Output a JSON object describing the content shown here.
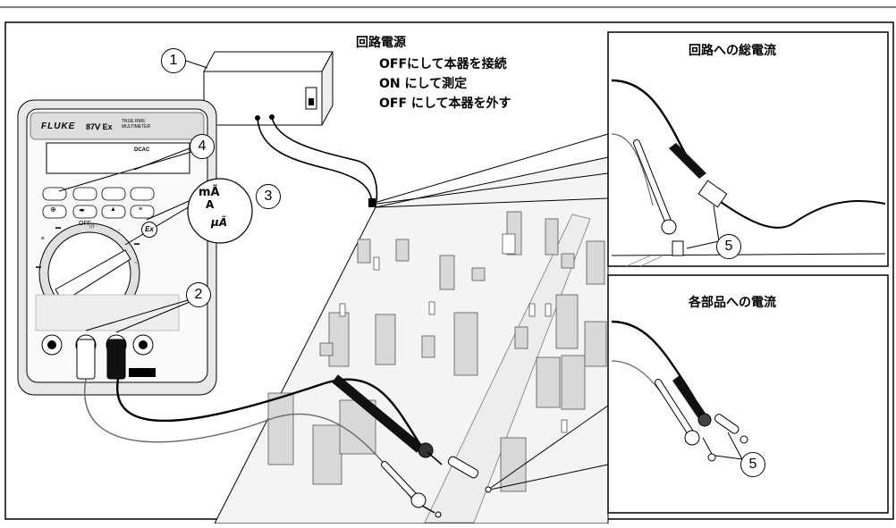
{
  "power_supply": {
    "title": "回路電源",
    "steps": [
      {
        "key": "OFF",
        "text": "にして本器を接続"
      },
      {
        "key": "ON",
        "text": " にして測定"
      },
      {
        "key": "OFF",
        "text": " にして本器を外す"
      }
    ]
  },
  "insets": {
    "total_current_title": "回路への総電流",
    "component_current_title": "各部品への電流"
  },
  "callouts": [
    "1",
    "2",
    "3",
    "4",
    "5"
  ],
  "meter": {
    "brand": "FLUKE",
    "model": "87Ⅴ Ex",
    "subtitle_line1": "TRUE RMS",
    "subtitle_line2": "MULTIMETER",
    "display_label": "DCAC",
    "button_labels": [
      "⊕",
      "◂▸",
      "▲",
      "≡"
    ],
    "dial_label": "OFF",
    "ex_mark": "Ex",
    "ranges": [
      "mÃ",
      "A",
      "µÃ"
    ]
  },
  "colors": {
    "line": "#000000",
    "board_fill": "#f4f4f4",
    "component_fill": "#d8d8d8",
    "probe_black": "#111111",
    "probe_white": "#ffffff"
  }
}
